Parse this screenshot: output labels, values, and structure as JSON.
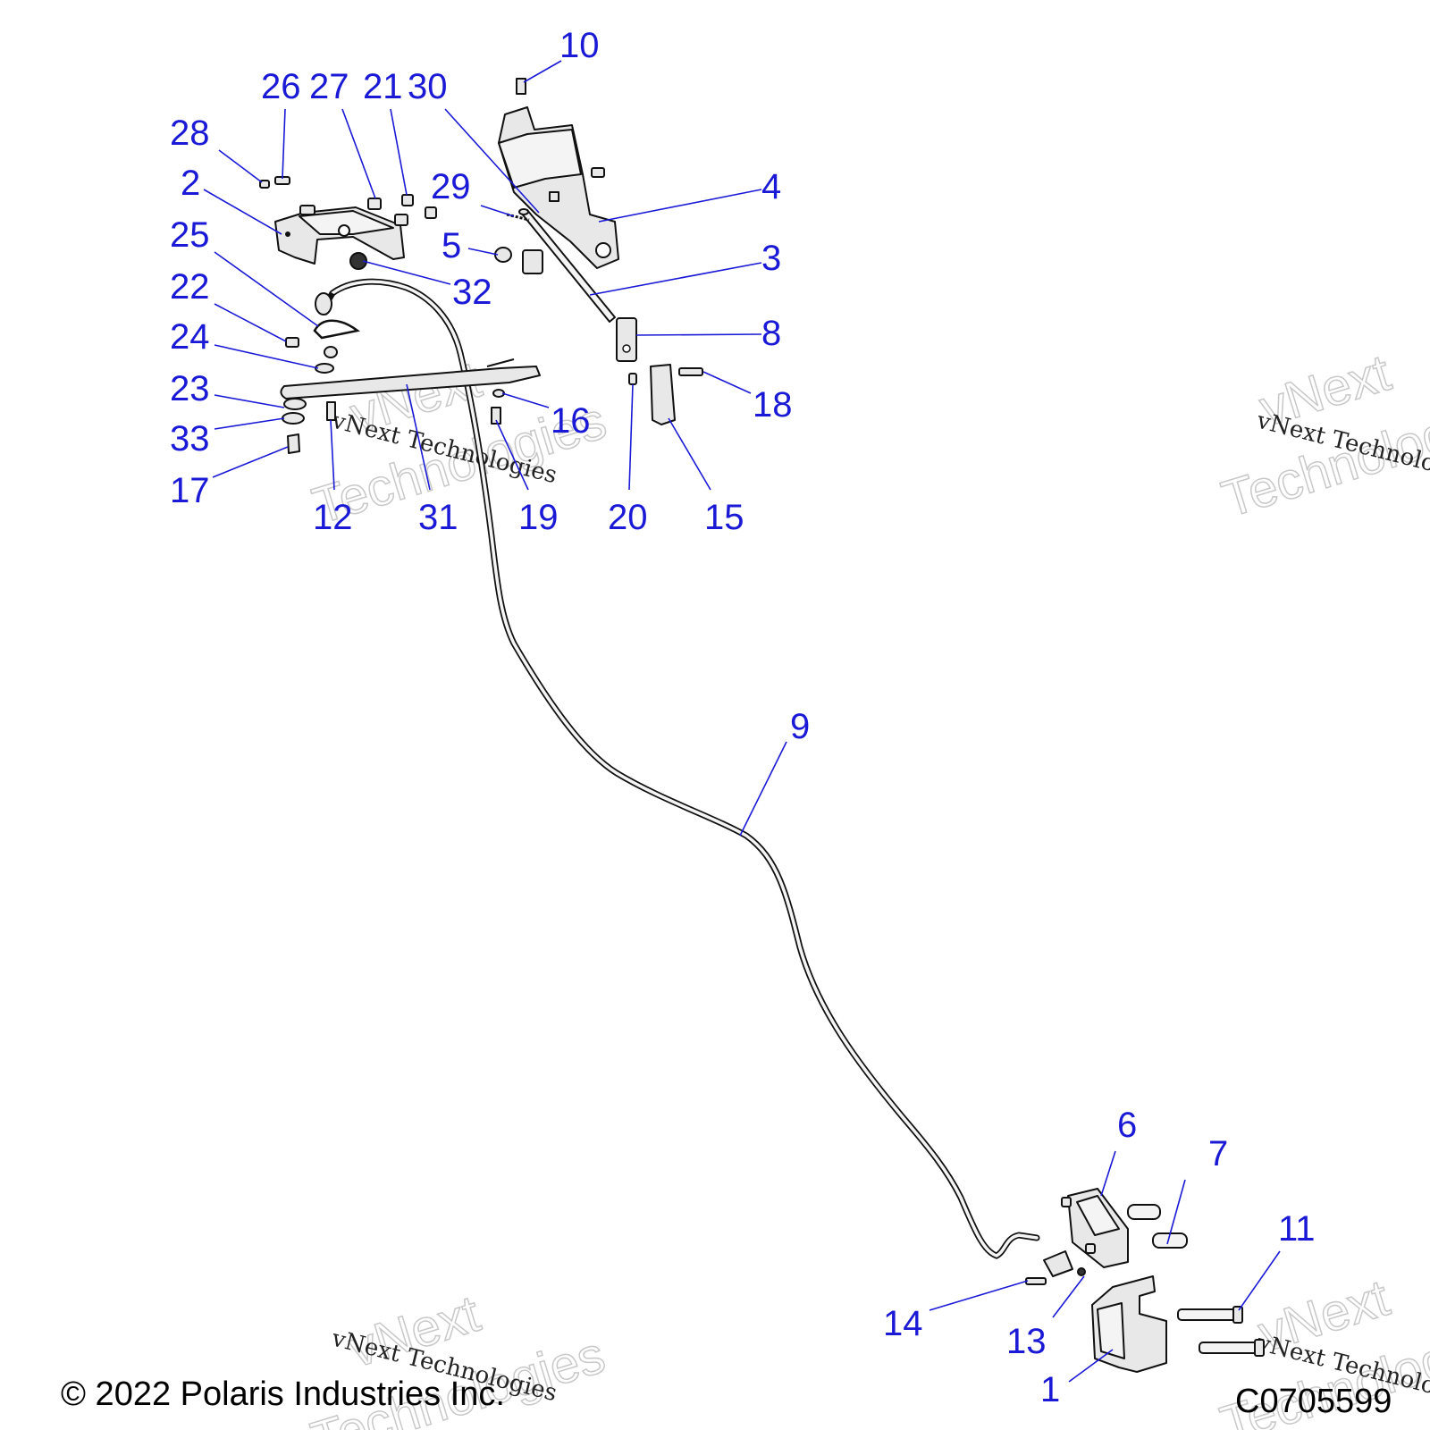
{
  "callouts": [
    "10",
    "26",
    "27",
    "21",
    "30",
    "28",
    "2",
    "29",
    "4",
    "5",
    "3",
    "25",
    "32",
    "22",
    "8",
    "24",
    "18",
    "23",
    "16",
    "33",
    "17",
    "12",
    "31",
    "19",
    "20",
    "15",
    "9",
    "6",
    "7",
    "11",
    "14",
    "13",
    "1"
  ],
  "watermark": {
    "line1": "vNext",
    "line2": "Technologies",
    "small": "vNext Technologies"
  },
  "footer": {
    "copyright": "© 2022 Polaris Industries Inc.",
    "code": "C0705599"
  }
}
